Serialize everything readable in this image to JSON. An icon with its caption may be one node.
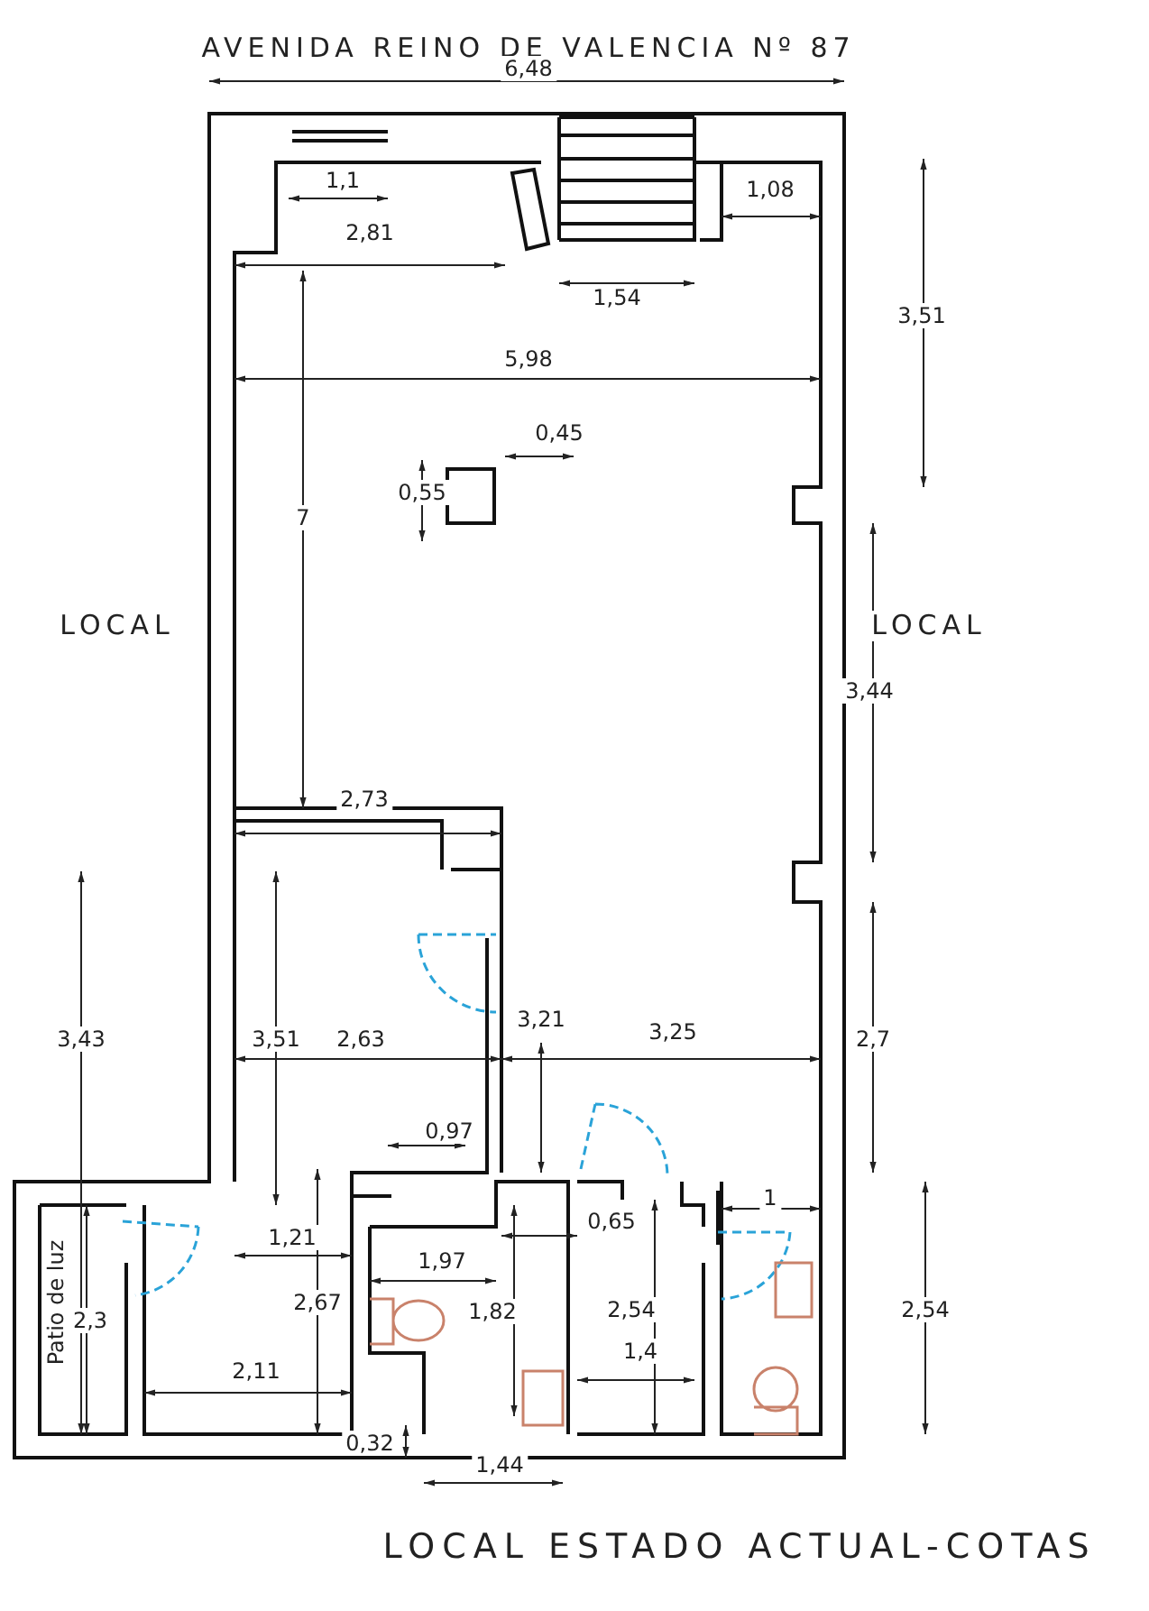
{
  "diagram": {
    "caption": "LOCAL ESTADO ACTUAL-COTAS",
    "labels": [
      "AVENIDA REINO DE VALENCIA Nº 87",
      "6,48",
      "1,1",
      "2,81",
      "1,54",
      "1,08",
      "3,51",
      "5,98",
      "0,45",
      "0,55",
      "7",
      "LOCAL",
      "LOCAL",
      "3,44",
      "2,73",
      "3,43",
      "3,51",
      "2,63",
      "3,21",
      "3,25",
      "2,7",
      "0,97",
      "0,65",
      "1",
      "1,21",
      "1,97",
      "Patio de luz",
      "2,3",
      "2,67",
      "1,82",
      "2,54",
      "2,54",
      "1,4",
      "2,11",
      "0,32",
      "1,44"
    ]
  }
}
